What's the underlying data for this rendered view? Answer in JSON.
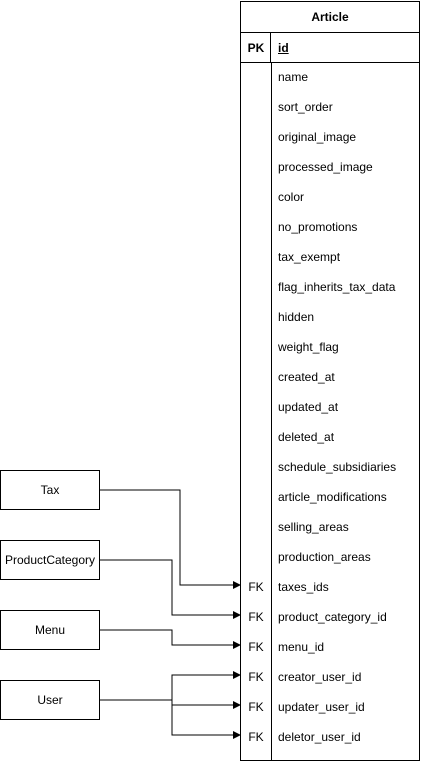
{
  "entity": {
    "title": "Article",
    "pk_label": "PK",
    "pk_field": "id",
    "fields": [
      "name",
      "sort_order",
      "original_image",
      "processed_image",
      "color",
      "no_promotions",
      "tax_exempt",
      "flag_inherits_tax_data",
      "hidden",
      "weight_flag",
      "created_at",
      "updated_at",
      "deleted_at",
      "schedule_subsidiaries",
      "article_modifications",
      "selling_areas",
      "production_areas"
    ],
    "fk_label": "FK",
    "fk_fields": [
      "taxes_ids",
      "product_category_id",
      "menu_id",
      "creator_user_id",
      "updater_user_id",
      "deletor_user_id"
    ]
  },
  "sources": [
    "Tax",
    "ProductCategory",
    "Menu",
    "User"
  ]
}
